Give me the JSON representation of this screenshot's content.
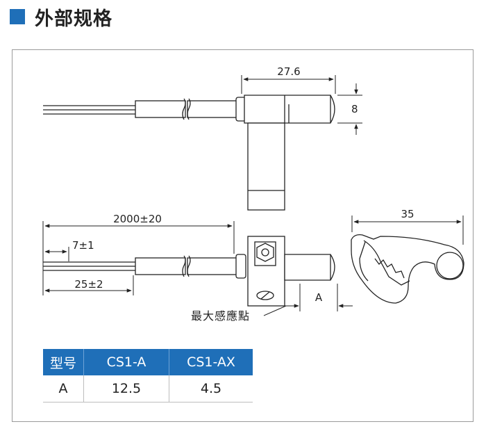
{
  "header": {
    "title": "外部规格",
    "accent": "#1f6fb8"
  },
  "dimensions": {
    "length_top": "27.6",
    "height": "8",
    "cable_length": "2000±20",
    "strip_short": "7±1",
    "strip_long": "25±2",
    "clip_width": "35",
    "sensing_offset": "A"
  },
  "callout": {
    "sensing_point": "最大感應點"
  },
  "table": {
    "headers": [
      "型号",
      "CS1-A",
      "CS1-AX"
    ],
    "rows": [
      [
        "A",
        "12.5",
        "4.5"
      ]
    ]
  }
}
